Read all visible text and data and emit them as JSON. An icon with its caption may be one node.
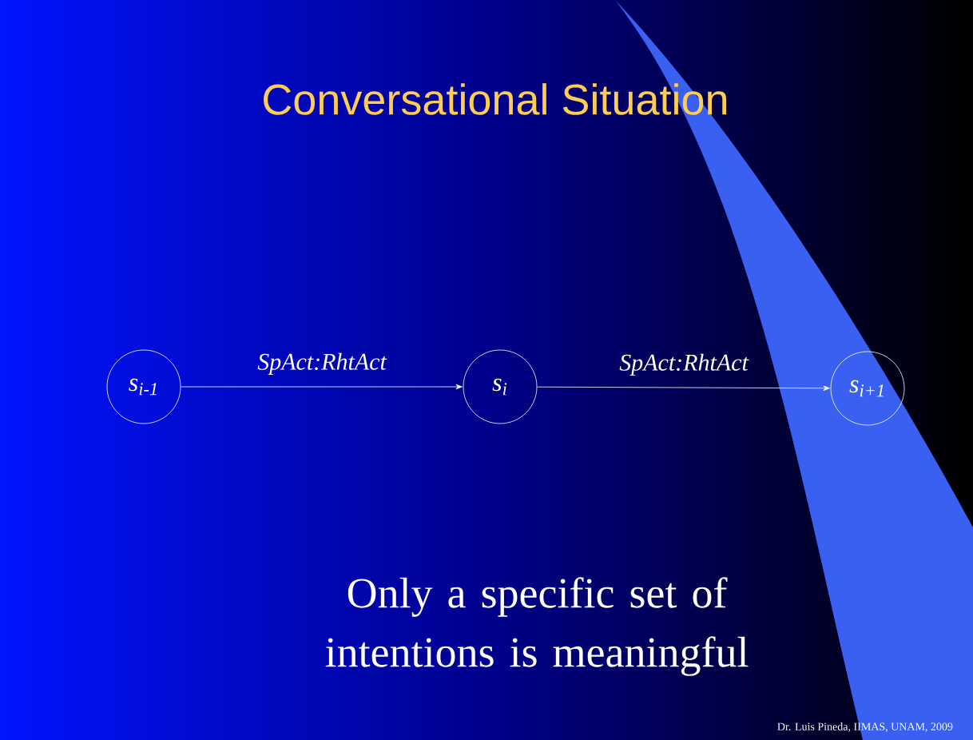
{
  "diagram": {
    "title": "Conversational Situation",
    "nodes": [
      {
        "text": [
          "s$_{i-1}$"
        ]
      },
      {
        "text": [
          "s$_{i}$"
        ]
      },
      {
        "text": [
          "s$_{i+1}$"
        ]
      }
    ],
    "edges": [
      {
        "from": 0,
        "to": 1,
        "arrow": "to",
        "label": "SpAct:RhtAct"
      },
      {
        "from": 1,
        "to": 2,
        "arrow": "to",
        "label": "SpAct:RhtAct"
      }
    ],
    "labels": [
      "Only a specific set of intentions is meaningful",
      "Dr. Luis Pineda, IIMAS, UNAM, 2009"
    ]
  }
}
